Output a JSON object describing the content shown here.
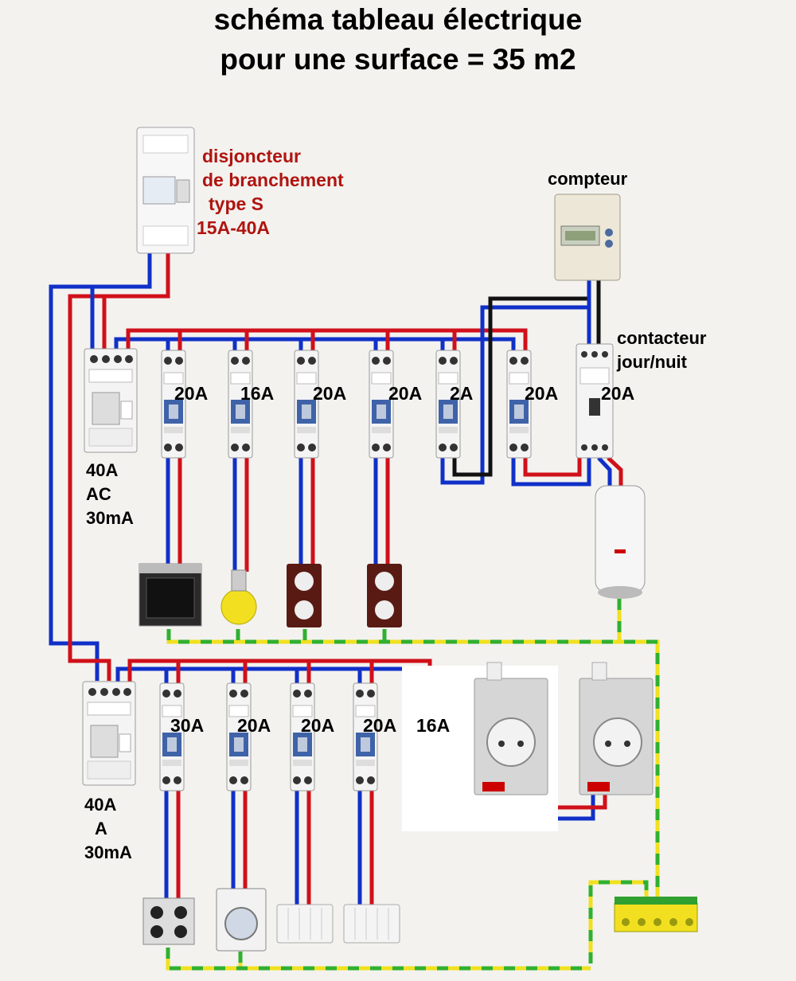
{
  "title": {
    "line1": "schéma tableau électrique",
    "line2": "pour une surface = 35 m2"
  },
  "disjoncteur": {
    "line1": "disjoncteur",
    "line2": "de branchement",
    "line3": "type S",
    "line4": "15A-40A"
  },
  "compteur": "compteur",
  "contacteur": {
    "line1": "contacteur",
    "line2": "jour/nuit"
  },
  "rcd_top": {
    "line1": "40A",
    "line2": "AC",
    "line3": "30mA"
  },
  "rcd_bottom": {
    "line1": "40A",
    "line2": "A",
    "line3": "30mA"
  },
  "breakers_top": [
    "20A",
    "16A",
    "20A",
    "20A",
    "2A",
    "20A",
    "20A"
  ],
  "breakers_bottom": [
    "30A",
    "20A",
    "20A",
    "20A",
    "16A"
  ],
  "colors": {
    "phase": "#d0101a",
    "neutral": "#1030c8",
    "earth_yellow": "#f0e020",
    "earth_green": "#30b030",
    "meter_wire": "#111111"
  }
}
